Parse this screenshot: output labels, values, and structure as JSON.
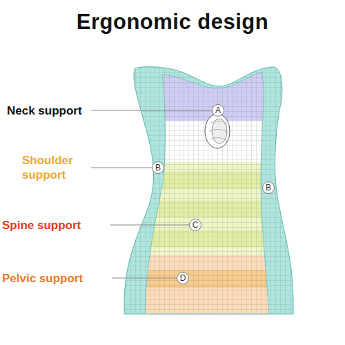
{
  "diagram": {
    "title": "Ergonomic design",
    "nodes": [
      {
        "text": [
          "A"
        ]
      },
      {
        "text": [
          "B"
        ]
      },
      {
        "text": [
          "B"
        ]
      },
      {
        "text": [
          "C"
        ]
      },
      {
        "text": [
          "D"
        ]
      }
    ],
    "labels": [
      "Neck support",
      "Shoulder support",
      "Spine support",
      "Pelvic support"
    ]
  }
}
